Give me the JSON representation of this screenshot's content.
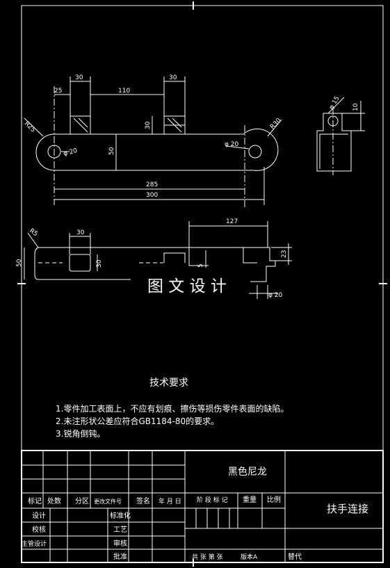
{
  "drawing": {
    "watermark": "图 文 设 计",
    "top_view": {
      "dims": {
        "d30_left": "30",
        "d30_right": "30",
        "d25": "25",
        "d110": "110",
        "d30_vert": "30",
        "d50": "50",
        "d285": "285",
        "d300": "300",
        "r25": "R25",
        "r30": "R30",
        "phi20_left": "φ 20",
        "phi20_right": "φ 20"
      }
    },
    "side_view": {
      "dims": {
        "phi15": "φ 15",
        "d10": "10"
      }
    },
    "front_view": {
      "dims": {
        "r5": "R5",
        "d30": "30",
        "d50": "50",
        "d30_vert": "30",
        "d127": "127",
        "d5": "5",
        "d23": "23",
        "phi20": "φ 20"
      }
    },
    "tech_req": {
      "title": "技术要求",
      "items": [
        "1.零件加工表面上，不应有划痕、擦伤等损伤零件表面的缺陷。",
        "2.未注形状公差应符合GB1184-80的要求。",
        "3.锐角倒钝。"
      ]
    },
    "title_block": {
      "material": "黑色尼龙",
      "part_name": "扶手连接",
      "headers": {
        "mark": "标记",
        "count": "处数",
        "zone": "分区",
        "change_doc": "更改文件号",
        "sign": "签名",
        "date": "年 月 日",
        "stage_mark": "阶 段 标 记",
        "weight": "重量",
        "scale": "比例"
      },
      "roles": {
        "design": "设计",
        "check": "校核",
        "chief_design": "主管设计",
        "standardize": "标准化",
        "process": "工艺",
        "review": "审核",
        "approve": "批准"
      },
      "footer": {
        "sheets": "共  张  第  张",
        "version": "版本A",
        "replace": "替代"
      }
    }
  }
}
